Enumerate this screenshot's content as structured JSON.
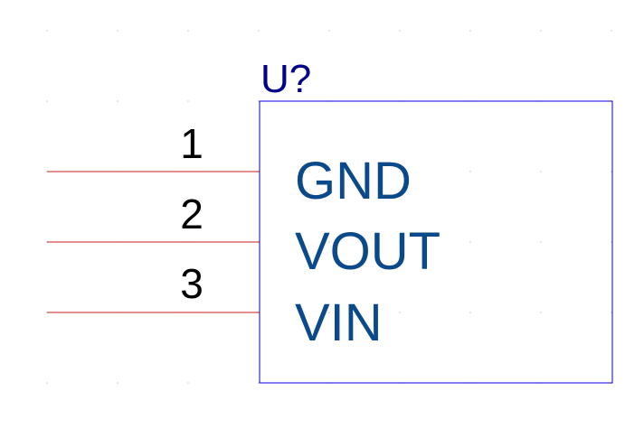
{
  "component": {
    "reference": "U?",
    "pins": [
      {
        "number": "1",
        "name": "GND"
      },
      {
        "number": "2",
        "name": "VOUT"
      },
      {
        "number": "3",
        "name": "VIN"
      }
    ]
  },
  "colors": {
    "background": "#ffffff",
    "grid_dot": "#c8c8c8",
    "body_outline": "#0000cc",
    "reference_text": "#00008b",
    "pin_name_text": "#0b4a8a",
    "pin_number_text": "#000000",
    "pin_wire": "#c81e1e"
  }
}
